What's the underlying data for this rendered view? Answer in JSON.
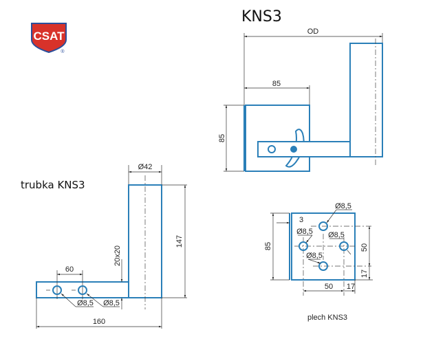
{
  "title": "KNS3",
  "logo": {
    "text": "CSAT",
    "registered": "®",
    "colors": {
      "red": "#d8322a",
      "blue": "#2a4f9c"
    }
  },
  "accent_color": "#2a7fb8",
  "top_view": {
    "dim_od": "OD",
    "dim_width": "85",
    "dim_height": "85"
  },
  "tube_view": {
    "label": "trubka KNS3",
    "dim_diameter": "Ø42",
    "dim_height": "147",
    "dim_length": "160",
    "dim_hole_spacing": "60",
    "dim_profile": "20x20",
    "hole_labels": [
      "Ø8,5",
      "Ø8,5"
    ]
  },
  "plate_view": {
    "label": "plech KNS3",
    "dim_height": "85",
    "dim_thickness": "3",
    "dim_vertical_spacing": "50",
    "dim_vertical_offset": "17",
    "dim_horizontal_spacing": "50",
    "dim_horizontal_offset": "17",
    "hole_labels": [
      "Ø8,5",
      "Ø8,5",
      "Ø8,5",
      "Ø8,5"
    ]
  }
}
